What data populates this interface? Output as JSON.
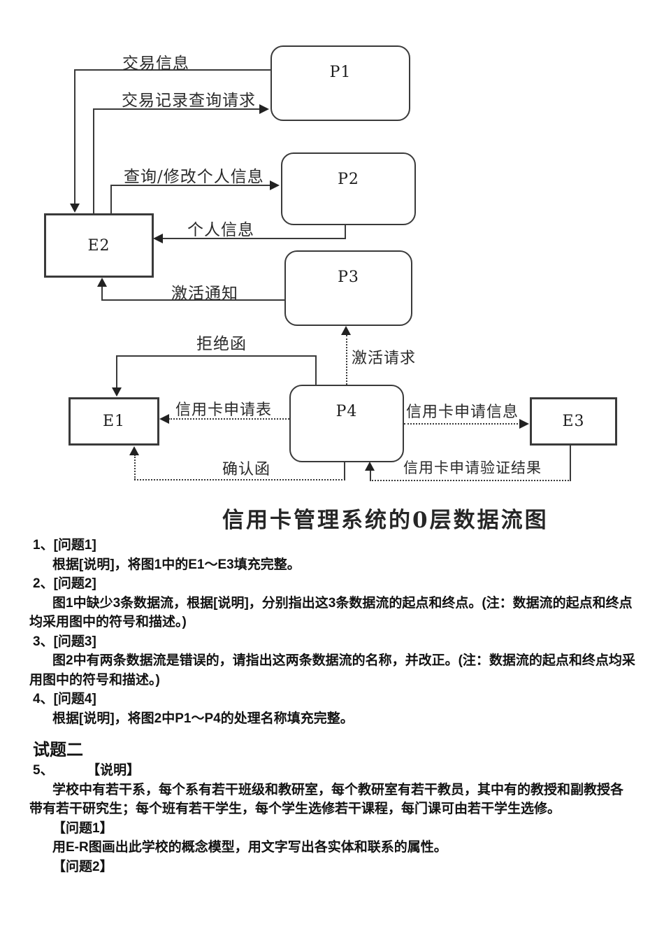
{
  "colors": {
    "ink": "#3a3a3a",
    "text": "#121212"
  },
  "diagram": {
    "caption": "信用卡管理系统的0层数据流图",
    "nodes": {
      "p1": "P1",
      "p2": "P2",
      "p3": "P3",
      "p4": "P4",
      "e1": "E1",
      "e2": "E2",
      "e3": "E3"
    },
    "flows": {
      "transaction_info": "交易信息",
      "transaction_record_query_request": "交易记录查询请求",
      "query_modify_personal_info": "查询/修改个人信息",
      "personal_info": "个人信息",
      "activation_notice": "激活通知",
      "rejection_letter": "拒绝函",
      "activation_request": "激活请求",
      "credit_card_application_form": "信用卡申请表",
      "credit_card_application_info": "信用卡申请信息",
      "confirmation_letter": "确认函",
      "credit_card_application_verification_result": "信用卡申请验证结果"
    }
  },
  "questions": {
    "items": [
      {
        "num": "1、",
        "title": "[问题1]",
        "body": "根据[说明]，将图1中的E1～E3填充完整。"
      },
      {
        "num": "2、",
        "title": "[问题2]",
        "body": "图1中缺少3条数据流，根据[说明]，分别指出这3条数据流的起点和终点。(注：数据流的起点和终点均采用图中的符号和描述。)"
      },
      {
        "num": "3、",
        "title": "[问题3]",
        "body": "图2中有两条数据流是错误的，请指出这两条数据流的名称，并改正。(注：数据流的起点和终点均采用图中的符号和描述。)"
      },
      {
        "num": "4、",
        "title": "[问题4]",
        "body": "根据[说明]，将图2中P1～P4的处理名称填充完整。"
      }
    ]
  },
  "section2": {
    "heading": "试题二",
    "item_num": "5、",
    "shuoming_label": "【说明】",
    "paragraph": "学校中有若干系，每个系有若干班级和教研室，每个教研室有若干教员，其中有的教授和副教授各带有若干研究生；每个班有若干学生，每个学生选修若干课程，每门课可由若干学生选修。",
    "q1_label": "【问题1】",
    "q1_body": "用E-R图画出此学校的概念模型，用文字写出各实体和联系的属性。",
    "q2_label": "【问题2】"
  }
}
